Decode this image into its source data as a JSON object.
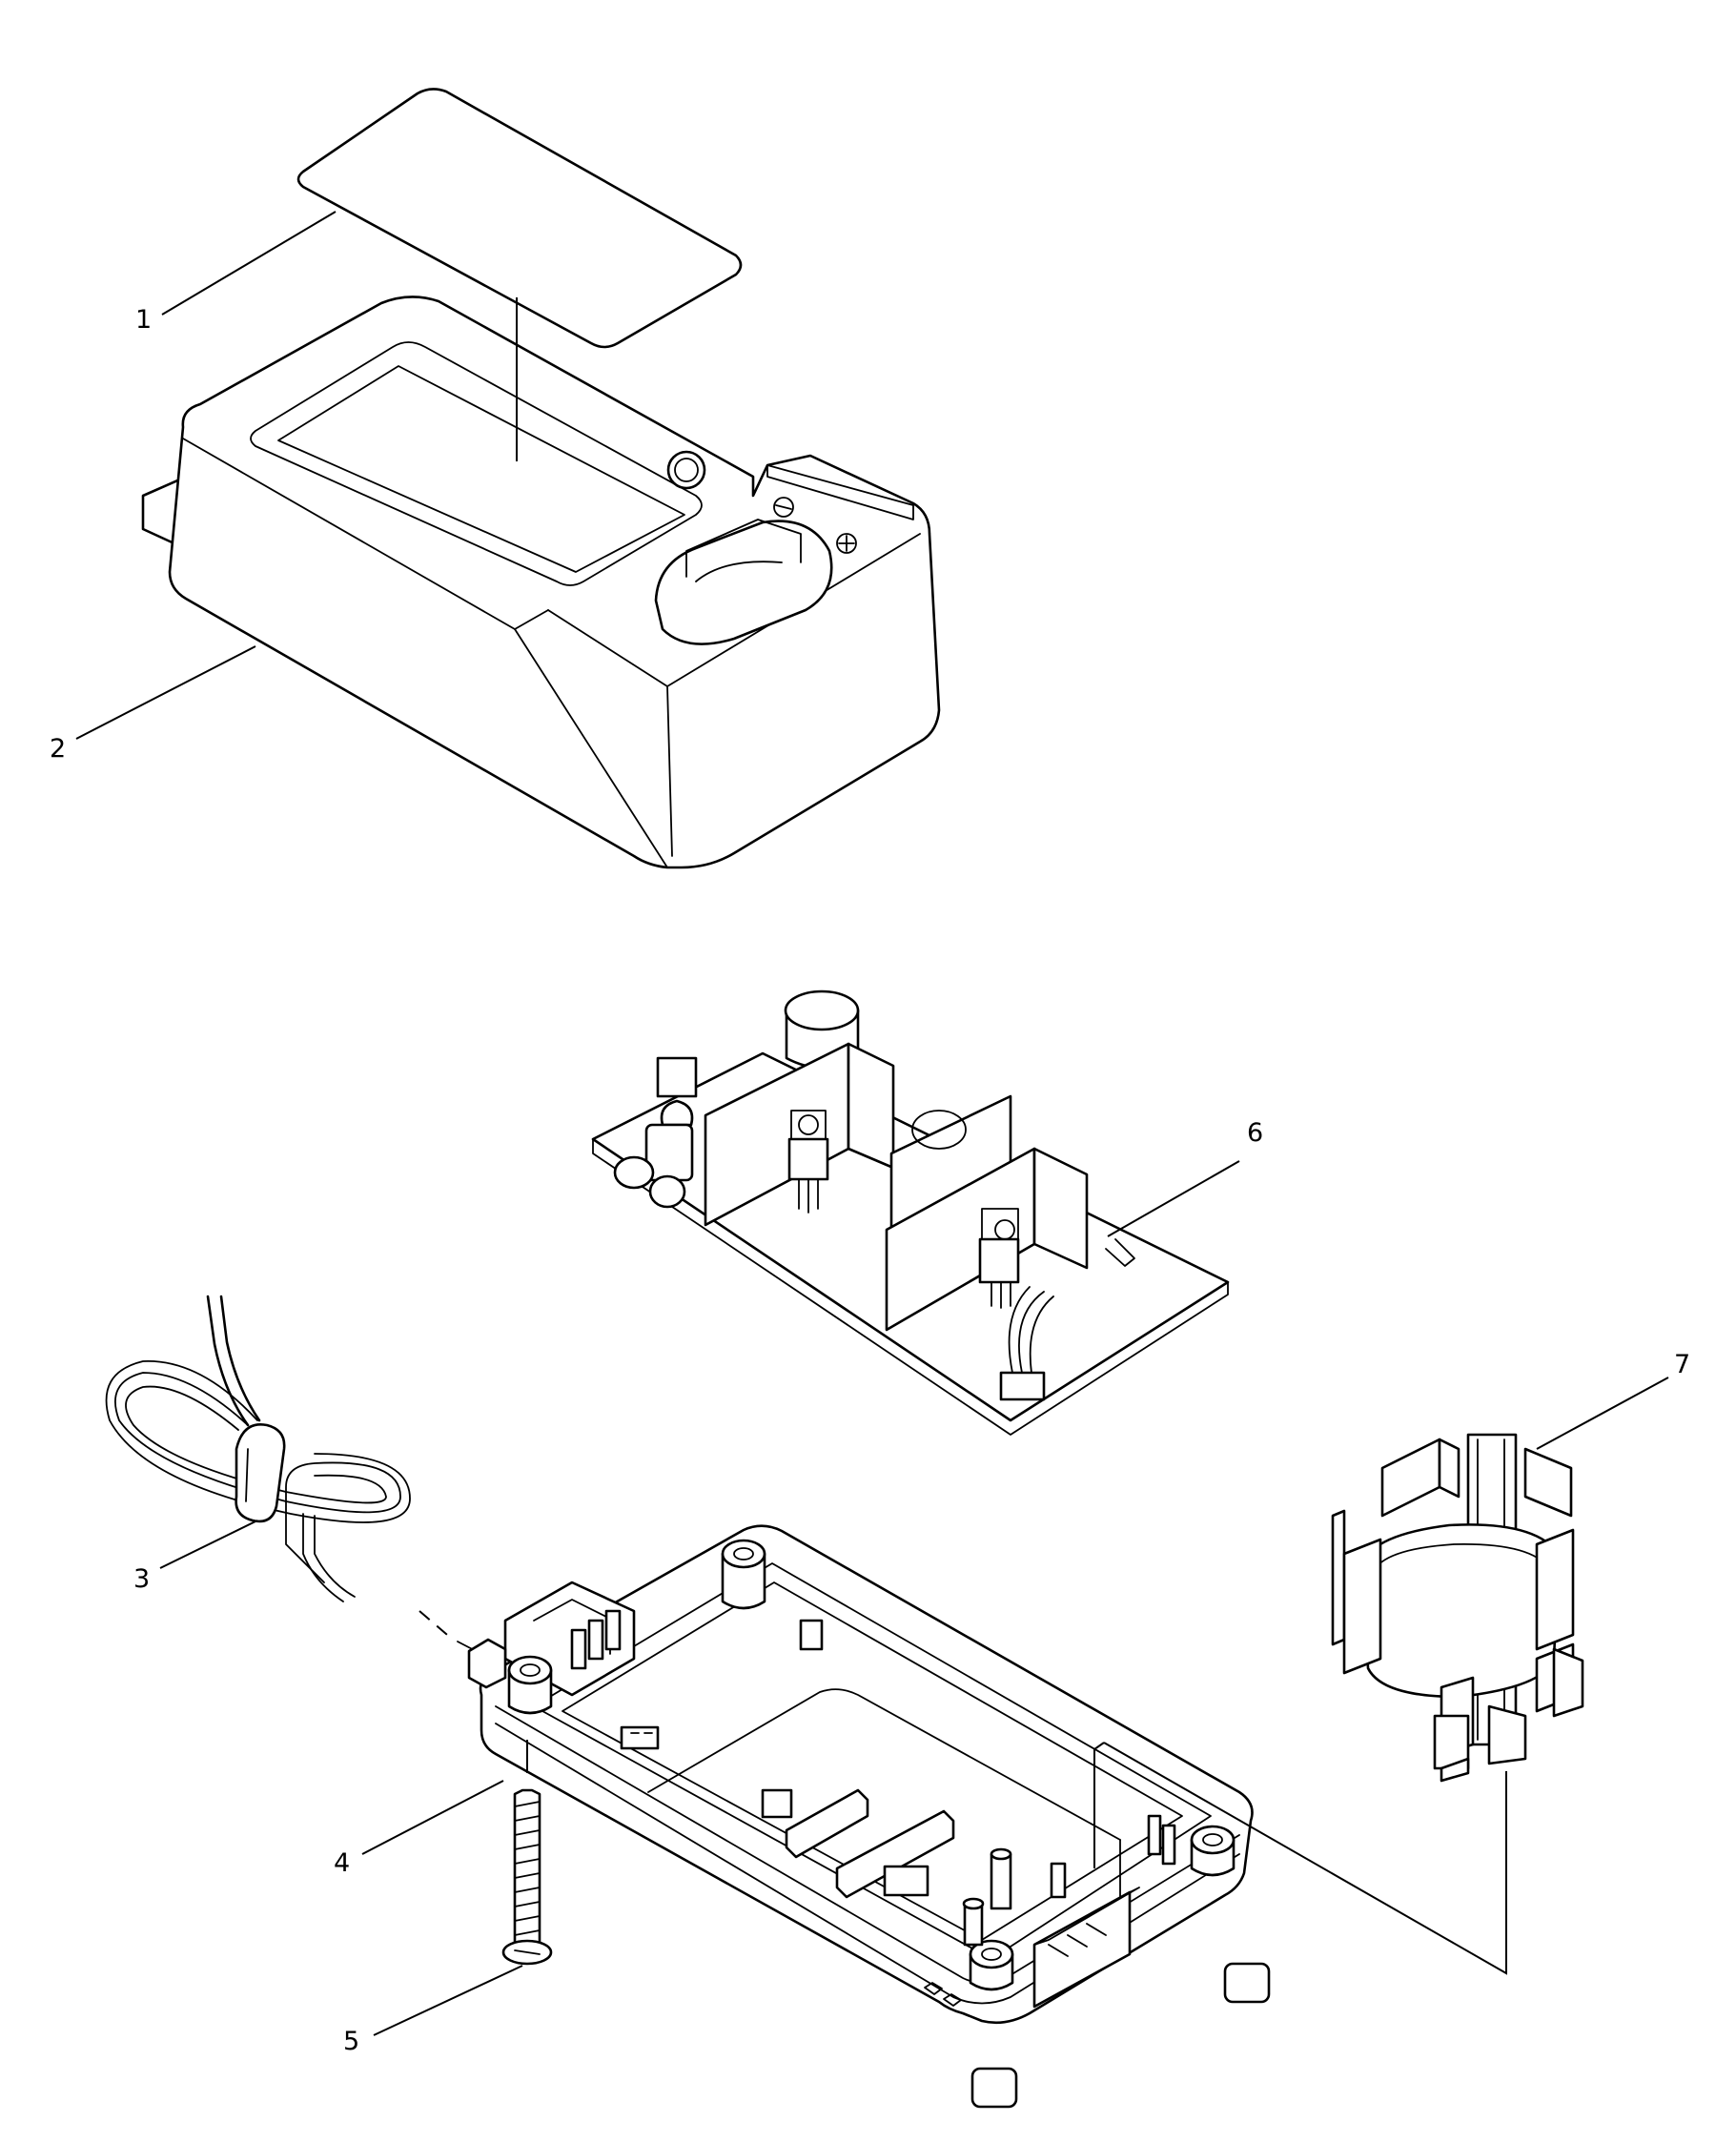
{
  "callouts": [
    {
      "id": "1",
      "label": "1"
    },
    {
      "id": "2",
      "label": "2"
    },
    {
      "id": "3",
      "label": "3"
    },
    {
      "id": "4",
      "label": "4"
    },
    {
      "id": "5",
      "label": "5"
    },
    {
      "id": "6",
      "label": "6"
    },
    {
      "id": "7",
      "label": "7"
    }
  ]
}
